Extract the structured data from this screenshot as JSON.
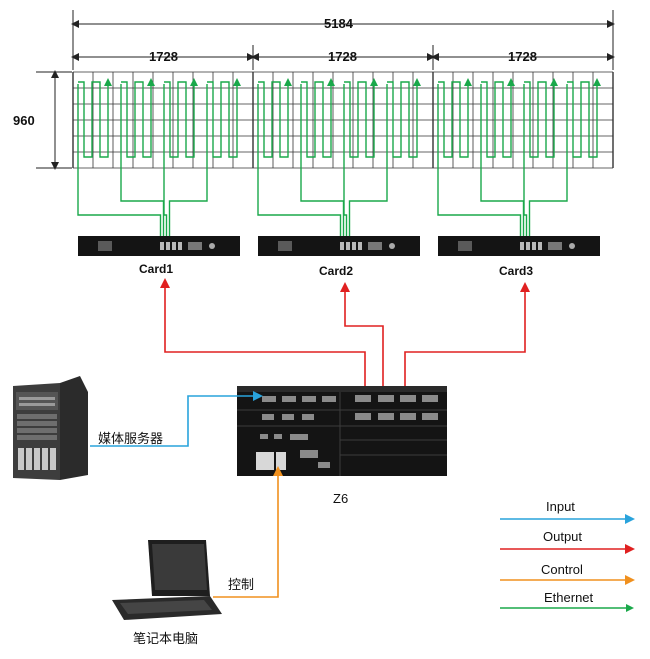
{
  "dimensions": {
    "total_width": "5184",
    "section_width": [
      "1728",
      "1728",
      "1728"
    ],
    "height": "960"
  },
  "cards": [
    "Card1",
    "Card2",
    "Card3"
  ],
  "controller": "Z6",
  "media_server_label": "媒体服务器",
  "laptop_control_label": "控制",
  "laptop_label": "笔记本电脑",
  "legend": [
    {
      "label": "Input",
      "color": "#29a3dc"
    },
    {
      "label": "Output",
      "color": "#e02020"
    },
    {
      "label": "Control",
      "color": "#f0901e"
    },
    {
      "label": "Ethernet",
      "color": "#1aa84a"
    }
  ],
  "colors": {
    "ethernet": "#1aa84a",
    "output": "#e02020",
    "input": "#29a3dc",
    "control": "#f0901e",
    "device": "#141414"
  }
}
